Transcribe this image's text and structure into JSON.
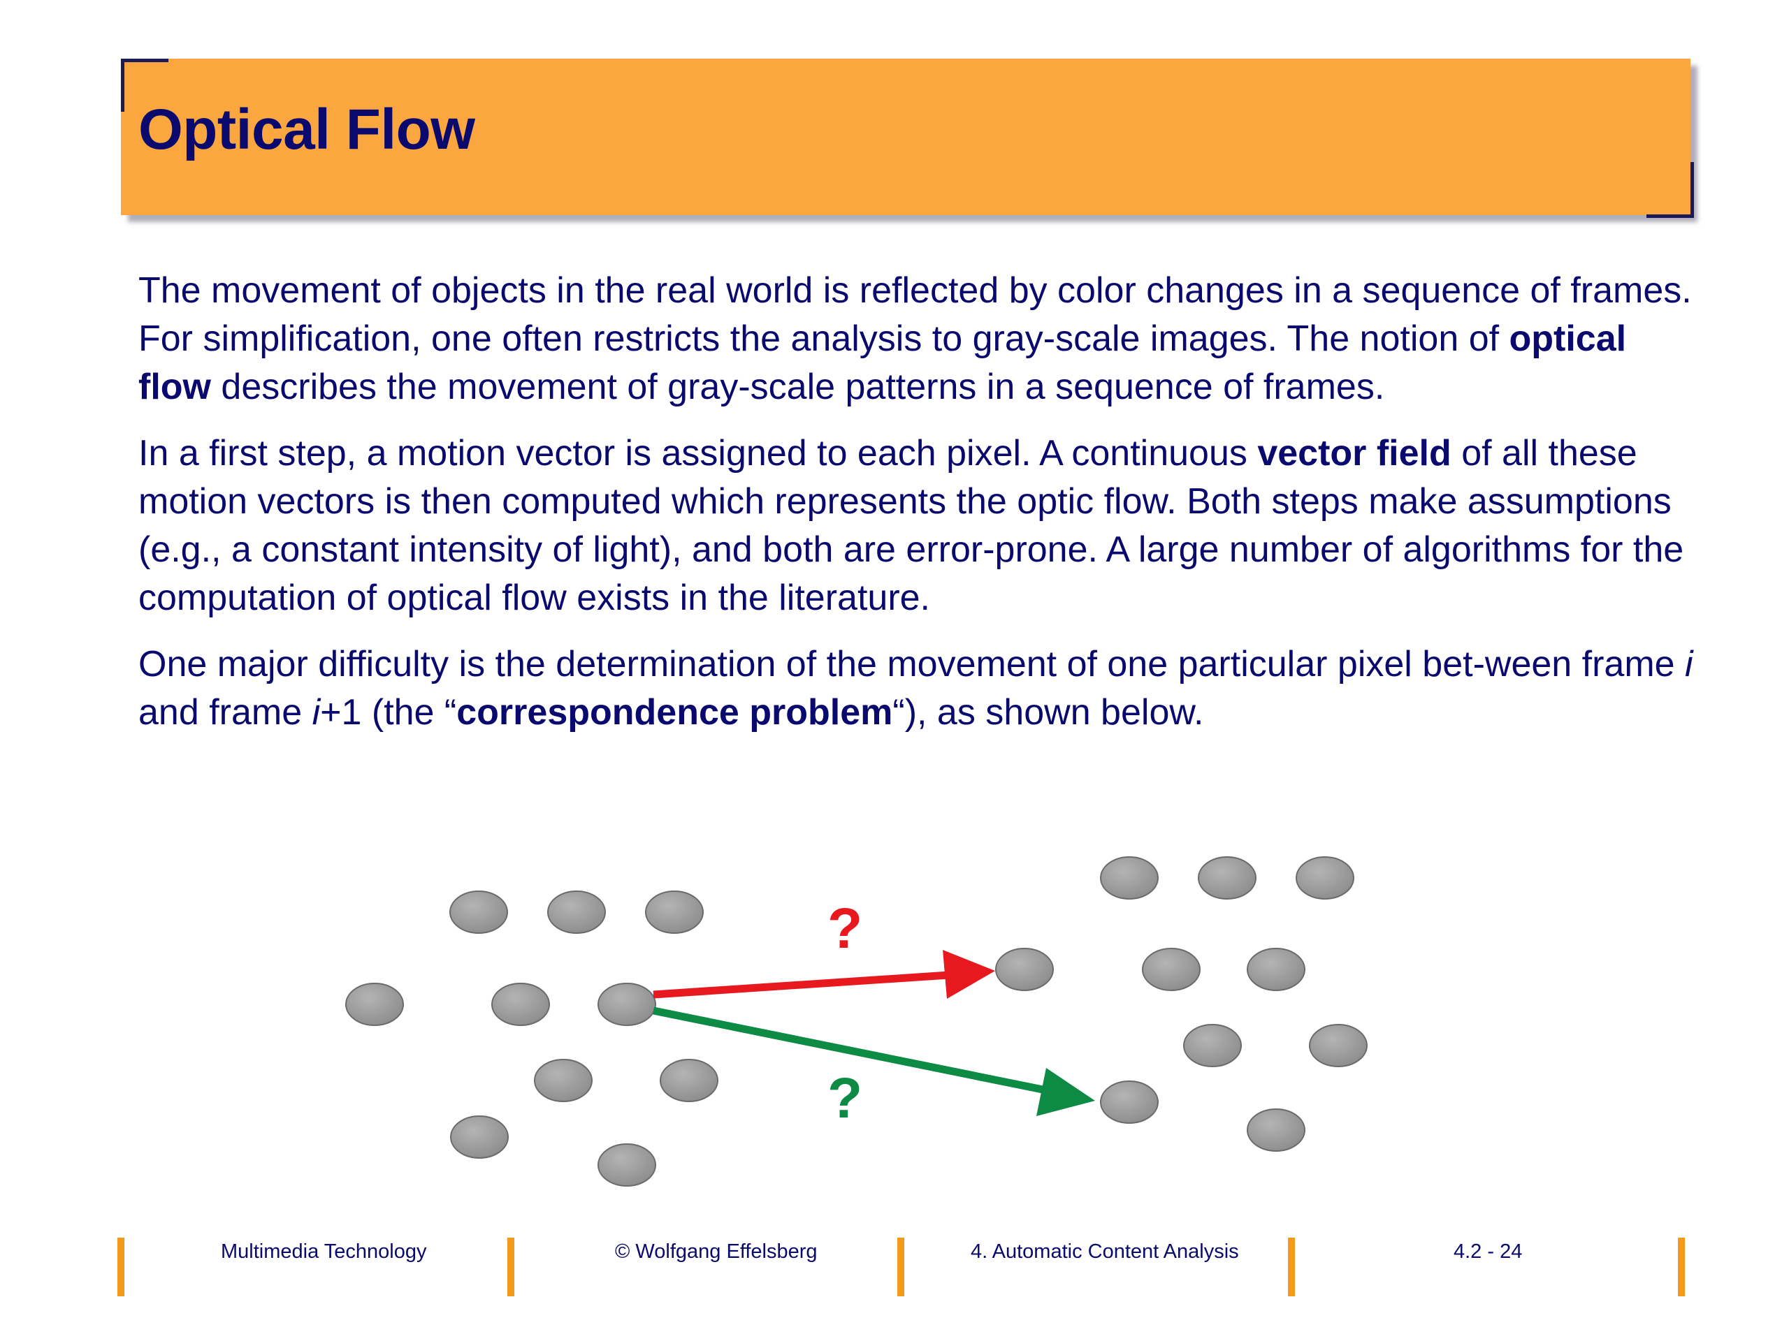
{
  "slide": {
    "title": "Optical Flow",
    "paragraphs": [
      [
        {
          "text": "The movement of objects in the real world is reflected by color changes in a sequence of frames. For simplification, one often restricts the analysis to gray-scale images. The notion of ",
          "style": "normal"
        },
        {
          "text": "optical flow",
          "style": "bold"
        },
        {
          "text": " describes the movement of gray-scale patterns in a sequence of frames.",
          "style": "normal"
        }
      ],
      [
        {
          "text": "In a first step, a motion vector is assigned to each pixel. A continuous ",
          "style": "normal"
        },
        {
          "text": "vector field",
          "style": "bold"
        },
        {
          "text": " of all these motion vectors is then computed which represents the optic flow. Both steps make assumptions (e.g., a constant intensity of light), and both are error-prone. A large number of algorithms for the computation of optical flow exists in the literature.",
          "style": "normal"
        }
      ],
      [
        {
          "text": "One major difficulty is the determination of the movement of one particular pixel bet-ween frame ",
          "style": "normal"
        },
        {
          "text": "i",
          "style": "italic"
        },
        {
          "text": " and frame ",
          "style": "normal"
        },
        {
          "text": "i",
          "style": "italic"
        },
        {
          "text": "+1 (the “",
          "style": "normal"
        },
        {
          "text": "correspondence problem",
          "style": "bold"
        },
        {
          "text": "“), as shown below.",
          "style": "normal"
        }
      ]
    ]
  },
  "diagram": {
    "question_marks": {
      "red": "?",
      "green": "?"
    },
    "colors": {
      "dot": "#9a9a9a",
      "red_arrow": "#e8191e",
      "green_arrow": "#0d8a44",
      "accent": "#fca640",
      "text": "#0a0a6e"
    }
  },
  "footer": {
    "course": "Multimedia Technology",
    "copyright": "© Wolfgang Effelsberg",
    "chapter": "4. Automatic Content Analysis",
    "page": "4.2 - 24"
  }
}
